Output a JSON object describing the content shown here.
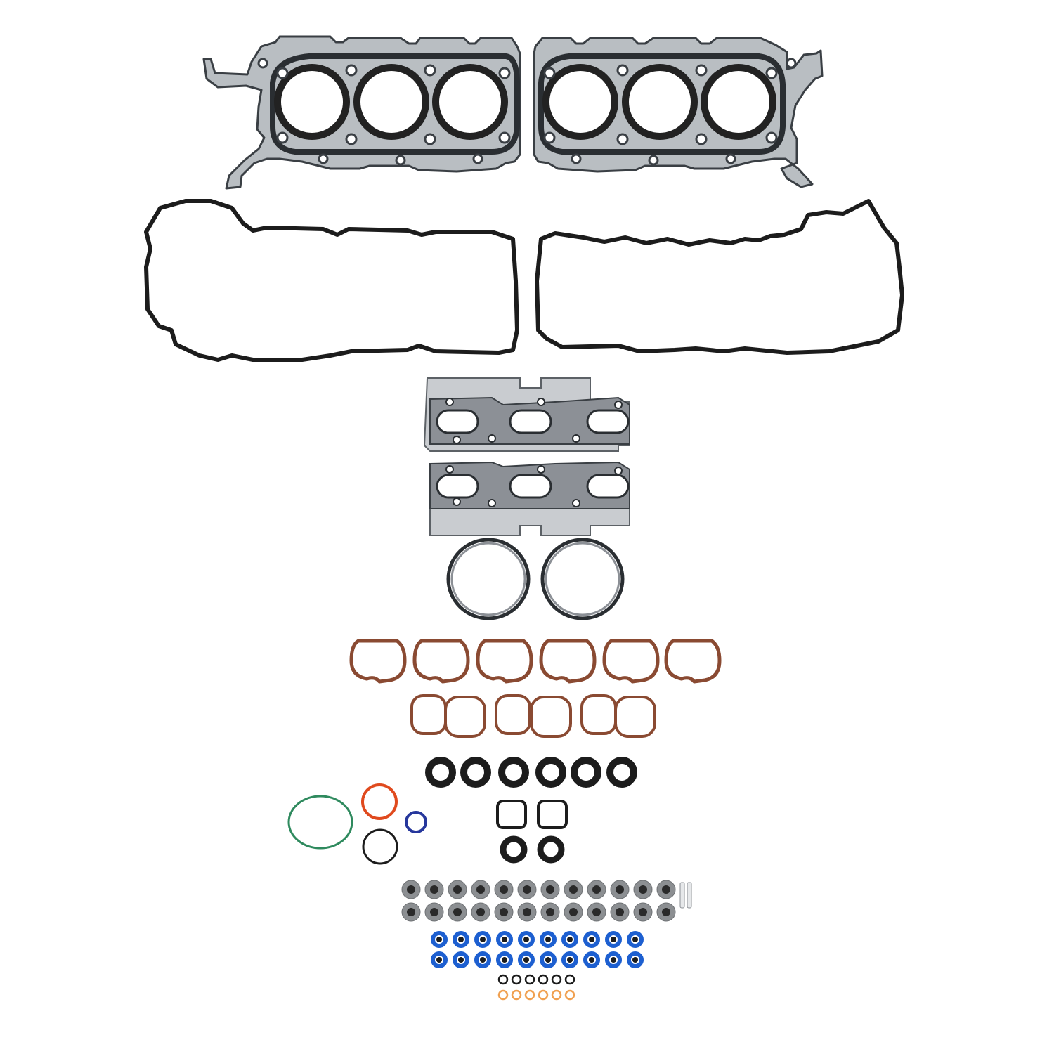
{
  "colors": {
    "background": "#ffffff",
    "steel": "#b9bec2",
    "steel_dark": "#3a3f44",
    "rubber_black": "#1c1c1c",
    "rubber_brown": "#8a4a32",
    "o_ring_green": "#2f8a5e",
    "o_ring_orange": "#e04a1e",
    "o_ring_blue": "#26379c",
    "seal_blue": "#1d5fd0",
    "seal_orange": "#f0a050",
    "valve_seal_grey": "#8c8f92"
  },
  "parts": {
    "head_gaskets": {
      "count": 2,
      "cylinders_each": 3
    },
    "valve_cover_gaskets": {
      "count": 2
    },
    "exhaust_manifold_gaskets": {
      "count": 2,
      "ports_each": 3
    },
    "exhaust_rings": {
      "count": 2
    },
    "intake_gaskets": {
      "count": 6
    },
    "intake_port_pairs": {
      "count": 3
    },
    "spark_plug_tube_seals": {
      "count": 6
    },
    "o_rings": {
      "count": 4,
      "colors": [
        "green",
        "orange",
        "black",
        "blue"
      ]
    },
    "square_seals": {
      "count": 2
    },
    "round_lip_seals": {
      "count": 2
    },
    "valve_stem_seals": {
      "rows": 2,
      "per_row": 12
    },
    "injector_seals": {
      "rows": 2,
      "per_row": 10
    },
    "small_o_rings": {
      "rows": 2,
      "per_row": 6,
      "row_colors": [
        "black",
        "orange"
      ]
    }
  }
}
